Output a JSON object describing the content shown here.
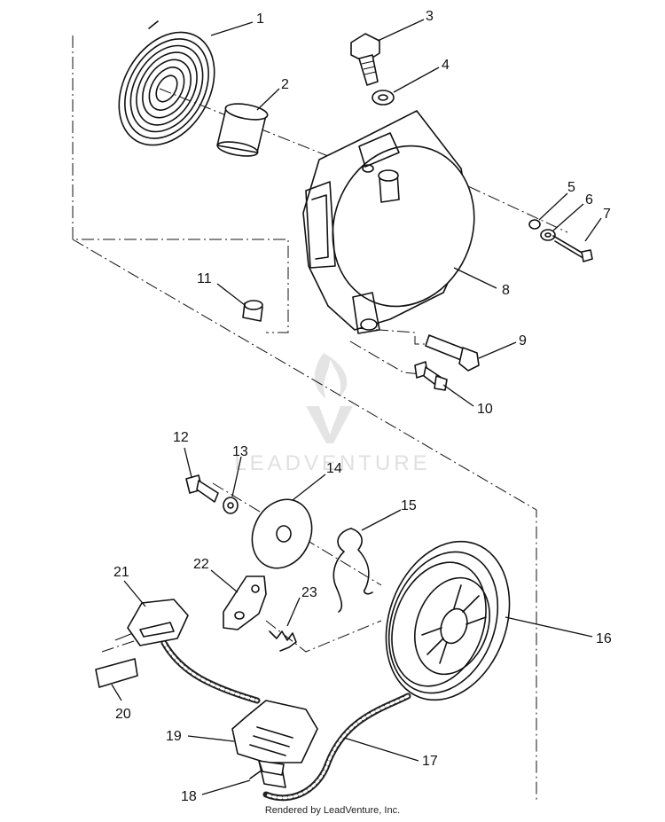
{
  "watermark": {
    "brand": "LEADVENTURE"
  },
  "credit": "Rendered by LeadVenture, Inc.",
  "callouts": [
    "1",
    "2",
    "3",
    "4",
    "5",
    "6",
    "7",
    "8",
    "9",
    "10",
    "11",
    "12",
    "13",
    "14",
    "15",
    "16",
    "17",
    "18",
    "19",
    "20",
    "21",
    "22",
    "23"
  ]
}
